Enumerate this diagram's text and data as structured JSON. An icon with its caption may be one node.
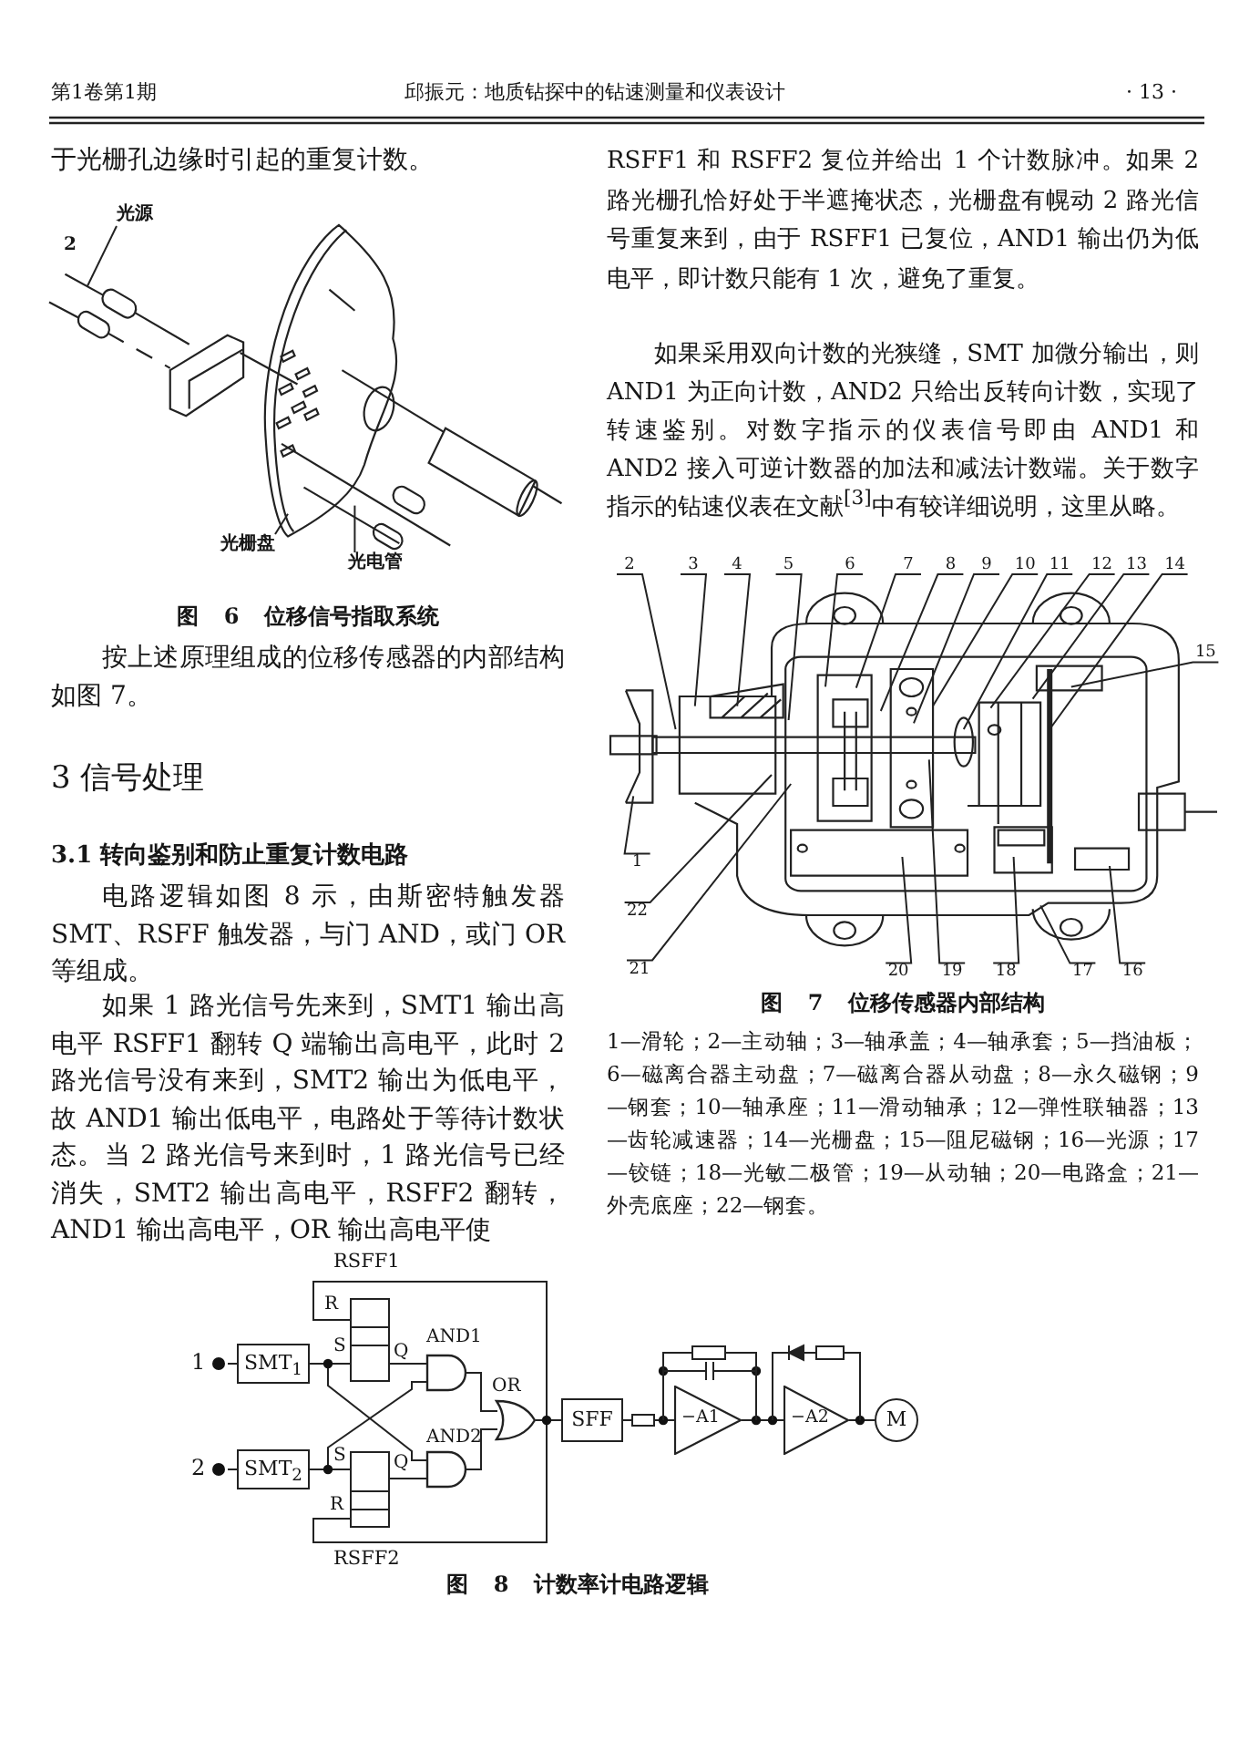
{
  "diagram": {
    "nodes": [
      {
        "text": [
          "光源"
        ]
      },
      {
        "text": [
          "光栅盘"
        ]
      },
      {
        "text": [
          "光电管"
        ]
      },
      {
        "text": [
          "2"
        ]
      },
      {
        "text": [
          "3"
        ]
      },
      {
        "text": [
          "4"
        ]
      },
      {
        "text": [
          "5"
        ]
      },
      {
        "text": [
          "6"
        ]
      },
      {
        "text": [
          "7"
        ]
      },
      {
        "text": [
          "8"
        ]
      },
      {
        "text": [
          "9"
        ]
      },
      {
        "text": [
          "10"
        ]
      },
      {
        "text": [
          "11"
        ]
      },
      {
        "text": [
          "12"
        ]
      },
      {
        "text": [
          "13"
        ]
      },
      {
        "text": [
          "14"
        ]
      },
      {
        "text": [
          "15"
        ]
      },
      {
        "text": [
          "1"
        ]
      },
      {
        "text": [
          "22"
        ]
      },
      {
        "text": [
          "21"
        ]
      },
      {
        "text": [
          "20"
        ]
      },
      {
        "text": [
          "19"
        ]
      },
      {
        "text": [
          "18"
        ]
      },
      {
        "text": [
          "17"
        ]
      },
      {
        "text": [
          "16"
        ]
      },
      {
        "text": [
          "RSFF1",
          "R",
          "S",
          "Q"
        ]
      },
      {
        "text": [
          "1"
        ]
      },
      {
        "text": [
          "SMT$_{1}$"
        ]
      },
      {
        "text": [
          "AND1"
        ]
      },
      {
        "text": [
          "OR"
        ]
      },
      {
        "text": [
          "SFF"
        ]
      },
      {
        "text": [
          "−A1"
        ]
      },
      {
        "text": [
          "−A2"
        ]
      },
      {
        "text": [
          "M"
        ]
      },
      {
        "text": [
          "AND2"
        ]
      },
      {
        "text": [
          "2"
        ]
      },
      {
        "text": [
          "SMT$_{2}$"
        ]
      },
      {
        "text": [
          "S",
          "Q",
          "R",
          "RSFF2"
        ]
      }
    ],
    "edges": [
      {
        "from": 0,
        "to": null,
        "arrow": "none"
      },
      {
        "from": 1,
        "to": null,
        "arrow": "none"
      },
      {
        "from": 2,
        "to": null,
        "arrow": "none"
      },
      {
        "from": 3,
        "to": null,
        "arrow": "none"
      },
      {
        "from": 4,
        "to": null,
        "arrow": "none"
      },
      {
        "from": 5,
        "to": null,
        "arrow": "none"
      },
      {
        "from": 6,
        "to": null,
        "arrow": "none"
      },
      {
        "from": 7,
        "to": null,
        "arrow": "none"
      },
      {
        "from": 8,
        "to": null,
        "arrow": "none"
      },
      {
        "from": 9,
        "to": null,
        "arrow": "none"
      },
      {
        "from": 10,
        "to": null,
        "arrow": "none"
      },
      {
        "from": 11,
        "to": null,
        "arrow": "none"
      },
      {
        "from": 12,
        "to": null,
        "arrow": "none"
      },
      {
        "from": 13,
        "to": null,
        "arrow": "none"
      },
      {
        "from": 14,
        "to": null,
        "arrow": "none"
      },
      {
        "from": 15,
        "to": null,
        "arrow": "none"
      },
      {
        "from": 16,
        "to": null,
        "arrow": "none"
      },
      {
        "from": 17,
        "to": null,
        "arrow": "none"
      },
      {
        "from": 18,
        "to": null,
        "arrow": "none"
      },
      {
        "from": 19,
        "to": null,
        "arrow": "none"
      },
      {
        "from": 20,
        "to": null,
        "arrow": "none"
      },
      {
        "from": 21,
        "to": null,
        "arrow": "none"
      },
      {
        "from": 22,
        "to": null,
        "arrow": "none"
      },
      {
        "from": 23,
        "to": null,
        "arrow": "none"
      },
      {
        "from": 24,
        "to": null,
        "arrow": "none"
      },
      {
        "from": 26,
        "to": 27,
        "arrow": "none"
      },
      {
        "from": 27,
        "to": 25,
        "arrow": "none"
      },
      {
        "from": 27,
        "to": 34,
        "arrow": "none"
      },
      {
        "from": 25,
        "to": 28,
        "arrow": "none"
      },
      {
        "from": 35,
        "to": 36,
        "arrow": "none"
      },
      {
        "from": 36,
        "to": 37,
        "arrow": "none"
      },
      {
        "from": 36,
        "to": 28,
        "arrow": "none"
      },
      {
        "from": 37,
        "to": 34,
        "arrow": "none"
      },
      {
        "from": 28,
        "to": 29,
        "arrow": "none"
      },
      {
        "from": 34,
        "to": 29,
        "arrow": "none"
      },
      {
        "from": 29,
        "to": 30,
        "arrow": "none"
      },
      {
        "from": 29,
        "to": 25,
        "arrow": "none"
      },
      {
        "from": 29,
        "to": 37,
        "arrow": "none"
      },
      {
        "from": 30,
        "to": 31,
        "arrow": "none"
      },
      {
        "from": 31,
        "to": 32,
        "arrow": "none"
      },
      {
        "from": 32,
        "to": 33,
        "arrow": "none"
      }
    ],
    "labels": [
      "第1卷第1期",
      "邱振元：地质钻探中的钻速测量和仪表设计",
      "· 13 ·",
      "于光栅孔边缘时引起的重复计数。",
      "2",
      "图 6 位移信号指取系统",
      "按上述原理组成的位移传感器的内部结构如图 7。",
      "3 信号处理",
      "3.1 转向鉴别和防止重复计数电路",
      "电路逻辑如图 8 示，由斯密特触发器 SMT、RSFF 触发器，与门 AND，或门 OR 等组成。",
      "如果 1 路光信号先来到，SMT1 输出高电平 RSFF1 翻转 Q 端输出高电平，此时 2 路光信号没有来到，SMT2 输出为低电平，故 AND1 输出低电平，电路处于等待计数状态。当 2 路光信号来到时，1 路光信号已经消失，SMT2 输出高电平，RSFF2 翻转，AND1 输出高电平，OR 输出高电平使",
      "RSFF1 和 RSFF2 复位并给出 1 个计数脉冲。如果 2 路光栅孔恰好处于半遮掩状态，光栅盘有幌动 2 路光信号重复来到，由于 RSFF1 已复位，AND1 输出仍为低电平，即计数只能有 1 次，避免了重复。",
      "如果采用双向计数的光狭缝，SMT 加微分输出，则 AND1 为正向计数，AND2 只给出反转向计数，实现了转速鉴别。对数字指示的仪表信号即由 AND1 和 AND2 接入可逆计数器的加法和减法计数端。关于数字指示的钻速仪表在文献$^{[3]}$中有较详细说明，这里从略。",
      "图 7 位移传感器内部结构",
      "1—滑轮；2—主动轴；3—轴承盖；4—轴承套；5—挡油板；6—磁离合器主动盘；7—磁离合器从动盘；8—永久磁钢；9—钢套；10—轴承座；11—滑动轴承；12—弹性联轴器；13—齿轮减速器；14—光栅盘；15—阻尼磁钢；16—光源；17—铰链；18—光敏二极管；19—从动轴；20—电路盒；21—外壳底座；22—钢套。",
      "图 8 计数率计电路逻辑"
    ]
  }
}
